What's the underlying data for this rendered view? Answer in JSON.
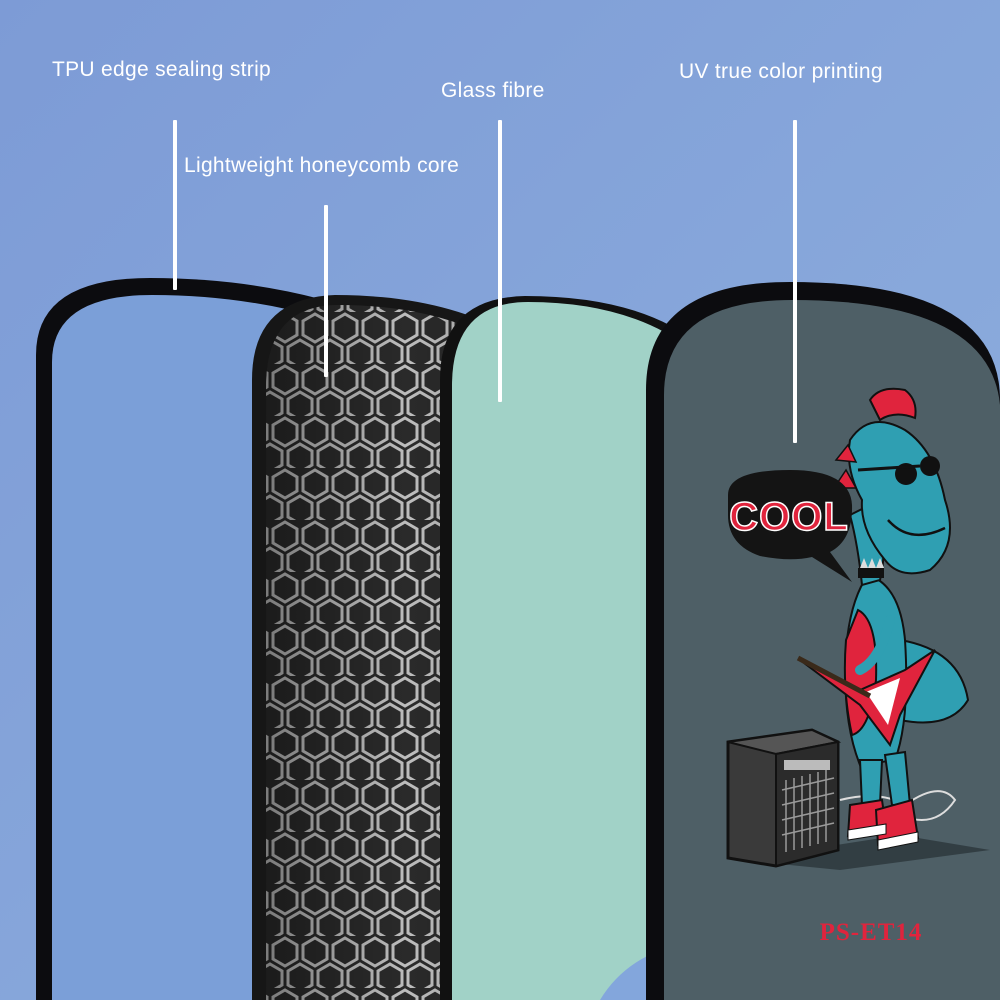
{
  "colors": {
    "background": "#86a6d8",
    "paddle_outline": "#0c0c0f",
    "edge_strip_face": "#7b9fd8",
    "honeycomb_dark": "#2d2d2d",
    "honeycomb_light": "#b8b8b8",
    "glass_fibre": "#a8dbd0",
    "printed_face": "#4e5f66",
    "dino_teal": "#2f9fb2",
    "dino_red": "#e0243d",
    "label_white": "#ffffff"
  },
  "labels": {
    "tpu": "TPU edge sealing strip",
    "honeycomb": "Lightweight honeycomb core",
    "glass": "Glass fibre",
    "uv": "UV true color printing"
  },
  "artwork": {
    "speech_text": "COOL",
    "model_code": "PS-ET14"
  },
  "icons": {
    "dinosaur": "dinosaur-guitarist-illustration",
    "amplifier": "guitar-amplifier-illustration"
  }
}
